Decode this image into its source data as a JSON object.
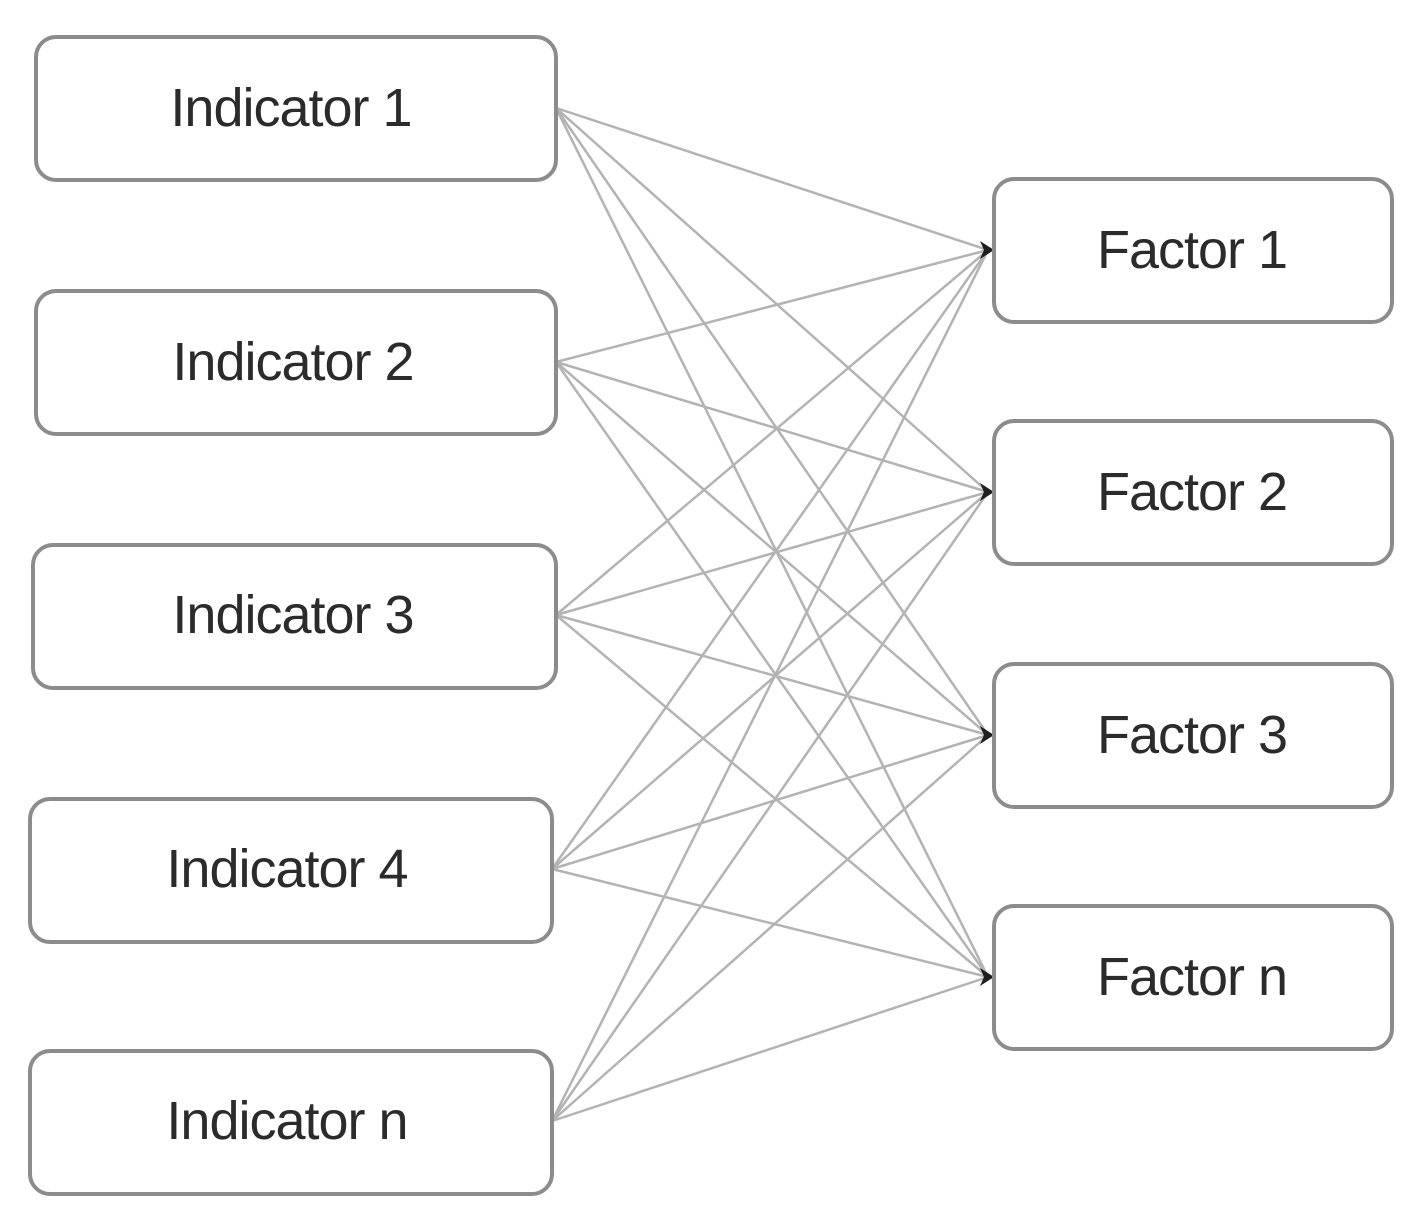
{
  "indicators": [
    {
      "id": "i1",
      "label": "Indicator 1"
    },
    {
      "id": "i2",
      "label": "Indicator 2"
    },
    {
      "id": "i3",
      "label": "Indicator 3"
    },
    {
      "id": "i4",
      "label": "Indicator 4"
    },
    {
      "id": "in",
      "label": "Indicator n"
    }
  ],
  "factors": [
    {
      "id": "f1",
      "label": "Factor 1"
    },
    {
      "id": "f2",
      "label": "Factor 2"
    },
    {
      "id": "f3",
      "label": "Factor 3"
    },
    {
      "id": "fn",
      "label": "Factor n"
    }
  ],
  "connections": "all-to-all",
  "colors": {
    "edge": "#b3b3b3",
    "box_border": "#8c8c8c",
    "label": "#2b2b2b",
    "arrowhead": "#1f1f1f"
  }
}
